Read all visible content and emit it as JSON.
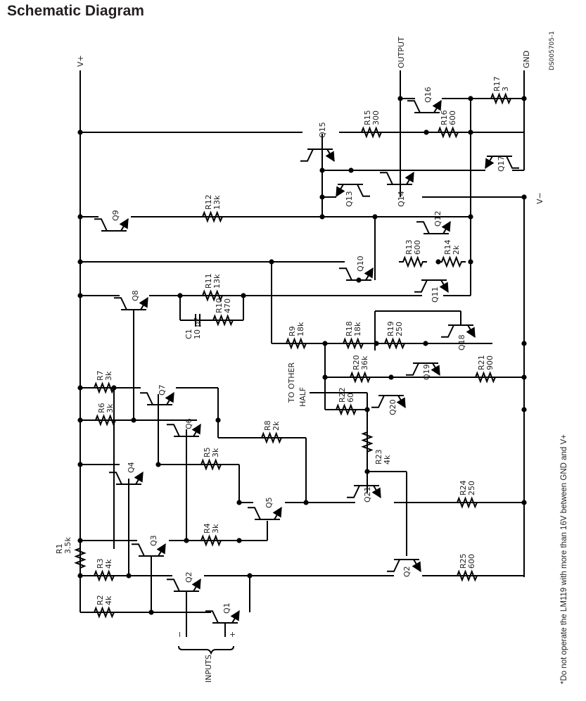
{
  "title": "Schematic Diagram",
  "drawing_id": "DS005705-1",
  "footnote": "*Do not operate the LM119 with more than 16V between GND and V+",
  "terminals": {
    "vplus": "V+",
    "vminus": "V−",
    "output": "OUTPUT",
    "gnd": "GND",
    "inputs": "INPUTS",
    "input_minus": "−",
    "input_plus": "+",
    "to_other_half_1": "TO OTHER",
    "to_other_half_2": "HALF"
  },
  "transistors": [
    "Q1",
    "Q2",
    "Q3",
    "Q4",
    "Q5",
    "Q6",
    "Q7",
    "Q8",
    "Q9",
    "Q10",
    "Q11",
    "Q12",
    "Q13",
    "Q14",
    "Q15",
    "Q16",
    "Q17",
    "Q18",
    "Q19",
    "Q20",
    "Q21",
    "Q2"
  ],
  "resistors": [
    {
      "name": "R1",
      "value": "3.5k"
    },
    {
      "name": "R2",
      "value": "4k"
    },
    {
      "name": "R3",
      "value": "4k"
    },
    {
      "name": "R4",
      "value": "3k"
    },
    {
      "name": "R5",
      "value": "3k"
    },
    {
      "name": "R6",
      "value": "3k"
    },
    {
      "name": "R7",
      "value": "3k"
    },
    {
      "name": "R8",
      "value": "2k"
    },
    {
      "name": "R9",
      "value": "18k"
    },
    {
      "name": "R10",
      "value": "470"
    },
    {
      "name": "R11",
      "value": "13k"
    },
    {
      "name": "R12",
      "value": "13k"
    },
    {
      "name": "R13",
      "value": "600"
    },
    {
      "name": "R14",
      "value": "2k"
    },
    {
      "name": "R15",
      "value": "300"
    },
    {
      "name": "R16",
      "value": "600"
    },
    {
      "name": "R17",
      "value": "3"
    },
    {
      "name": "R18",
      "value": "18k"
    },
    {
      "name": "R19",
      "value": "250"
    },
    {
      "name": "R20",
      "value": "36k"
    },
    {
      "name": "R21",
      "value": "900"
    },
    {
      "name": "R22",
      "value": "60"
    },
    {
      "name": "R23",
      "value": "4k"
    },
    {
      "name": "R24",
      "value": "250"
    },
    {
      "name": "R25",
      "value": "600"
    }
  ],
  "capacitors": [
    {
      "name": "C1",
      "value": "10 pF"
    }
  ]
}
